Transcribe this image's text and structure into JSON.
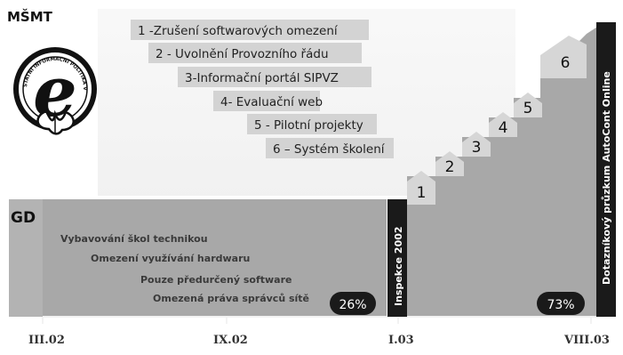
{
  "header": {
    "org_label": "MŠMT"
  },
  "logo": {
    "ring_text": "STÁTNÍ INFORMAČNÍ POLITIKA VE VZDĚLÁVÁNÍ",
    "letter": "e"
  },
  "steps": [
    {
      "label": "1 -Zrušení softwarových omezení"
    },
    {
      "label": "2 - Uvolnění Provozního řádu"
    },
    {
      "label": "3-Informační portál SIPVZ"
    },
    {
      "label": "4- Evaluační web"
    },
    {
      "label": "5 - Pilotní projekty"
    },
    {
      "label": "6 – Systém školení"
    }
  ],
  "stair_numbers": [
    "1",
    "2",
    "3",
    "4",
    "5",
    "6"
  ],
  "baseline_label": "GD",
  "problems": [
    {
      "label": "Vybavování škol technikou"
    },
    {
      "label": "Omezení využívání hardwaru"
    },
    {
      "label": "Pouze předurčený software"
    },
    {
      "label": "Omezená práva správců sítě"
    }
  ],
  "badges": {
    "left": "26%",
    "right": "73%"
  },
  "markers": {
    "inspection": "Inspekce 2002",
    "survey": "Dotazníkový průzkum AutoCont Online"
  },
  "timeline": [
    "III.02",
    "IX.02",
    "I.03",
    "VIII.03"
  ],
  "colors": {
    "background": "#ffffff",
    "band": "#a8a8a8",
    "label_box": "#d3d3d3",
    "stair_fill": "#a9a9a9",
    "dark_bar": "#1a1a1a",
    "text": "#222222"
  }
}
